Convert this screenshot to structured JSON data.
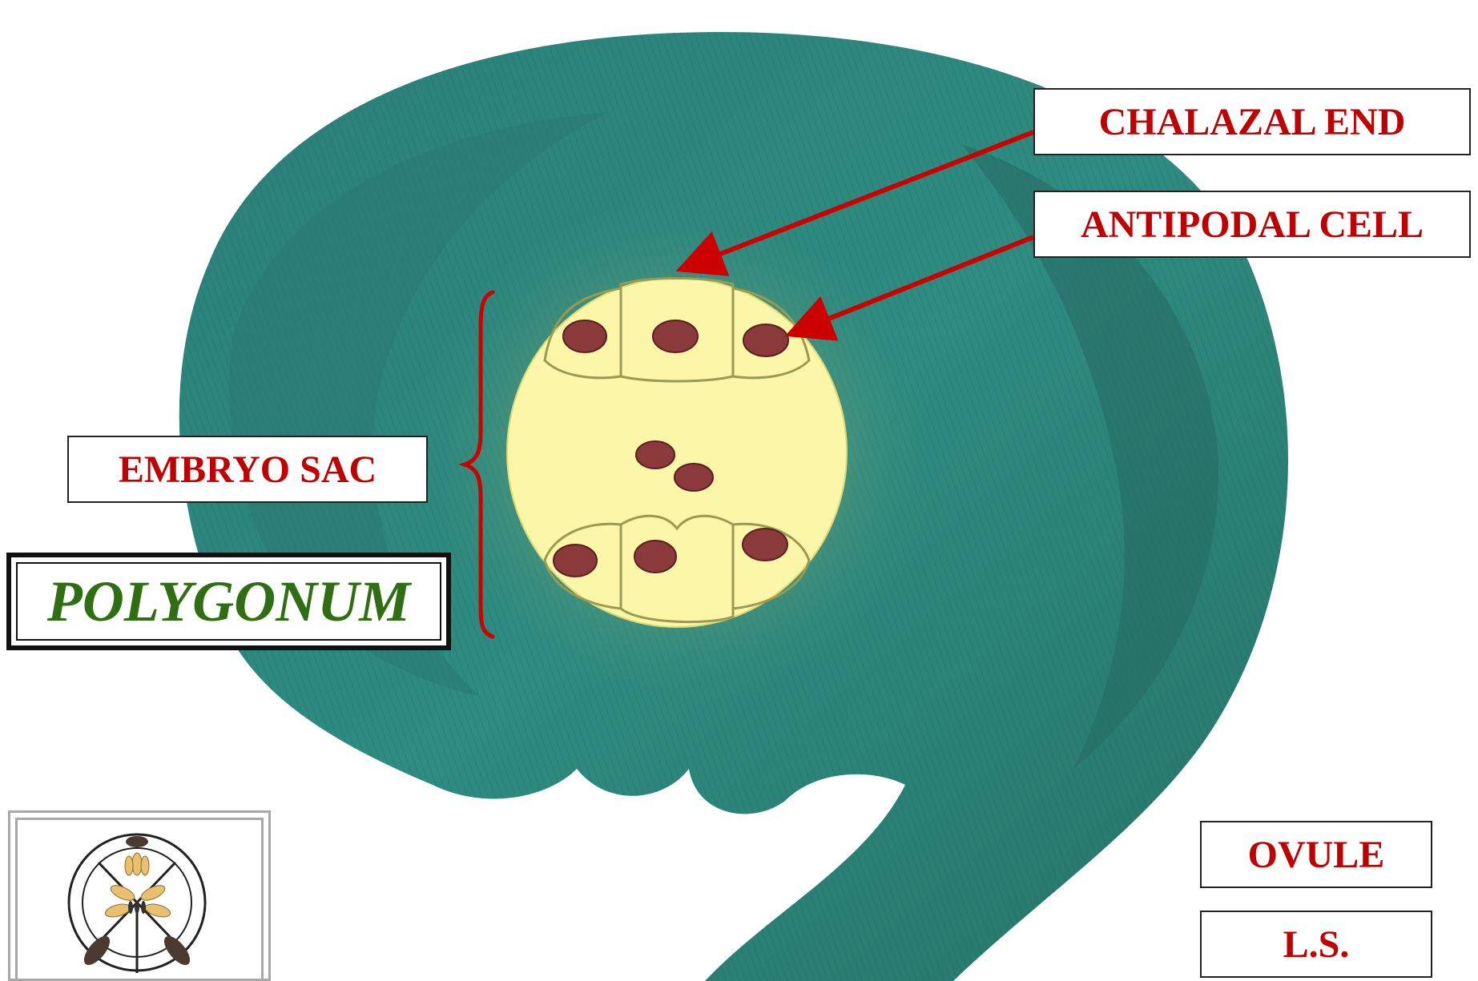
{
  "labels": {
    "chalazal_end": "CHALAZAL END",
    "antipodal_cell": "ANTIPODAL CELL",
    "embryo_sac": "EMBRYO SAC",
    "ovule": "OVULE",
    "ls": "L.S."
  },
  "title": "POLYGONUM",
  "colors": {
    "ovule_teal": "#2e8a80",
    "ovule_dark": "#1f6a62",
    "embryo_sac_yellow": "#fbf6a8",
    "nucleus": "#8a3a3a",
    "arrow_red": "#cc0000",
    "label_red": "#c00000",
    "title_green": "#2f6e12"
  },
  "icons": {
    "logo": "botany-emblem-icon"
  }
}
